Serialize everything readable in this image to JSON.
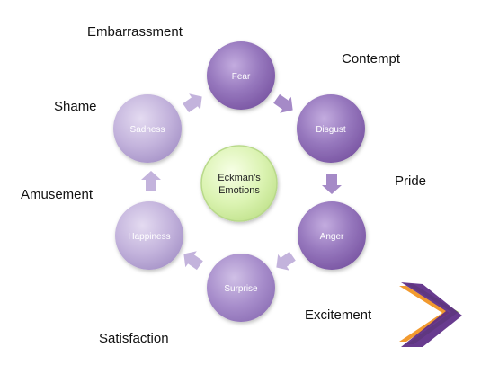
{
  "diagram": {
    "center": {
      "label_line1": "Eckman’s",
      "label_line2": "Emotions"
    },
    "nodes": [
      {
        "id": "fear",
        "label": "Fear"
      },
      {
        "id": "disgust",
        "label": "Disgust"
      },
      {
        "id": "anger",
        "label": "Anger"
      },
      {
        "id": "surprise",
        "label": "Surprise"
      },
      {
        "id": "happiness",
        "label": "Happiness"
      },
      {
        "id": "sadness",
        "label": "Sadness"
      }
    ],
    "outer_labels": {
      "embarrassment": "Embarrassment",
      "contempt": "Contempt",
      "shame": "Shame",
      "pride": "Pride",
      "amusement": "Amusement",
      "excitement": "Excitement",
      "satisfaction": "Satisfaction"
    },
    "colors": {
      "node_dark": "#8e6bb2",
      "node_light": "#b9a6d4",
      "center_fill": "#dff5b8",
      "center_stroke": "#b8d98a",
      "arrow": "#a58ac7",
      "logo_purple": "#5b2a86",
      "logo_orange": "#f29a2e",
      "logo_green": "#8cc63f"
    }
  }
}
